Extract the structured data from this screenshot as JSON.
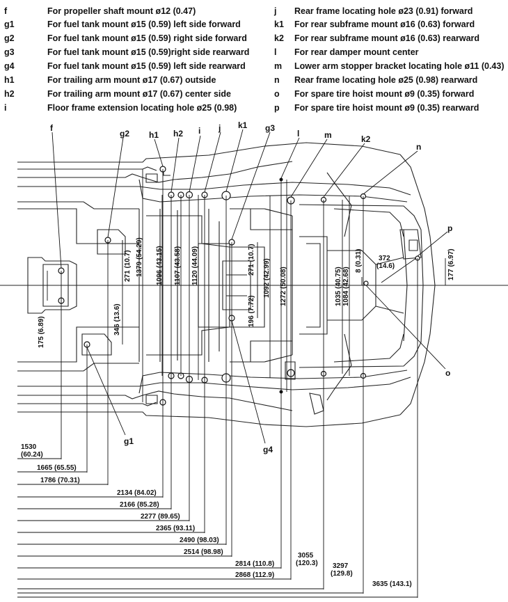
{
  "legend": {
    "left": [
      {
        "code": "f",
        "desc": "For propeller shaft mount ø12 (0.47)"
      },
      {
        "code": "g1",
        "desc": "For fuel tank mount ø15 (0.59) left side forward"
      },
      {
        "code": "g2",
        "desc": "For fuel tank mount ø15 (0.59) right side forward"
      },
      {
        "code": "g3",
        "desc": "For fuel tank mount ø15 (0.59)right side rearward"
      },
      {
        "code": "g4",
        "desc": "For fuel tank mount ø15 (0.59) left side rearward"
      },
      {
        "code": "h1",
        "desc": "For trailing arm mount ø17 (0.67) outside"
      },
      {
        "code": "h2",
        "desc": "For trailing arm mount ø17 (0.67) center side"
      },
      {
        "code": "i",
        "desc": "Floor frame extension locating hole ø25 (0.98)"
      }
    ],
    "right": [
      {
        "code": "j",
        "desc": "Rear frame locating hole ø23 (0.91) forward"
      },
      {
        "code": "k1",
        "desc": "For rear subframe mount ø16 (0.63) forward"
      },
      {
        "code": "k2",
        "desc": "For rear subframe mount ø16 (0.63) rearward"
      },
      {
        "code": "l",
        "desc": "For rear damper mount center"
      },
      {
        "code": "m",
        "desc": "Lower arm stopper bracket locating hole ø11 (0.43)"
      },
      {
        "code": "n",
        "desc": "Rear frame locating hole ø25 (0.98) rearward"
      },
      {
        "code": "o",
        "desc": "For spare tire hoist mount ø9 (0.35) forward"
      },
      {
        "code": "p",
        "desc": "For spare tire hoist mount ø9 (0.35) rearward"
      }
    ]
  },
  "callouts": {
    "f": "f",
    "g2": "g2",
    "h1": "h1",
    "h2": "h2",
    "i": "i",
    "j": "j",
    "k1": "k1",
    "g3": "g3",
    "l": "l",
    "m": "m",
    "k2": "k2",
    "n": "n",
    "p": "p",
    "o": "o",
    "g1": "g1",
    "g4": "g4"
  },
  "vertical_dims": [
    {
      "id": "d175",
      "label": "175 (6.89)"
    },
    {
      "id": "d346",
      "label": "346 (13.6)"
    },
    {
      "id": "d271a",
      "label": "271 (10.7)"
    },
    {
      "id": "d1379",
      "label": "1379 (54.29)"
    },
    {
      "id": "d1096",
      "label": "1096 (43.15)"
    },
    {
      "id": "d1107",
      "label": "1107 (43.58)"
    },
    {
      "id": "d1120",
      "label": "1120 (44.09)"
    },
    {
      "id": "d196",
      "label": "196 (7.72)"
    },
    {
      "id": "d271b",
      "label": "271 (10.7)"
    },
    {
      "id": "d1092",
      "label": "1092 (42.99)"
    },
    {
      "id": "d1272",
      "label": "1272 (50.08)"
    },
    {
      "id": "d1035",
      "label": "1035 (40.75)"
    },
    {
      "id": "d1084",
      "label": "1084 (42.68)"
    },
    {
      "id": "d8",
      "label": "8 (0.31)"
    },
    {
      "id": "d177",
      "label": "177 (6.97)"
    }
  ],
  "dim_372": {
    "mm": "372",
    "in": "(14.6)"
  },
  "horizontal_dims": [
    {
      "mm": "1530",
      "in": "(60.24)"
    },
    {
      "label": "1665 (65.55)"
    },
    {
      "label": "1786 (70.31)"
    },
    {
      "label": "2134 (84.02)"
    },
    {
      "label": "2166 (85.28)"
    },
    {
      "label": "2277 (89.65)"
    },
    {
      "label": "2365 (93.11)"
    },
    {
      "label": "2490 (98.03)"
    },
    {
      "label": "2514 (98.98)"
    },
    {
      "label": "2814 (110.8)"
    },
    {
      "label": "2868 (112.9)"
    },
    {
      "mm": "3055",
      "in": "(120.3)"
    },
    {
      "mm": "3297",
      "in": "(129.8)"
    },
    {
      "label": "3635 (143.1)"
    }
  ]
}
